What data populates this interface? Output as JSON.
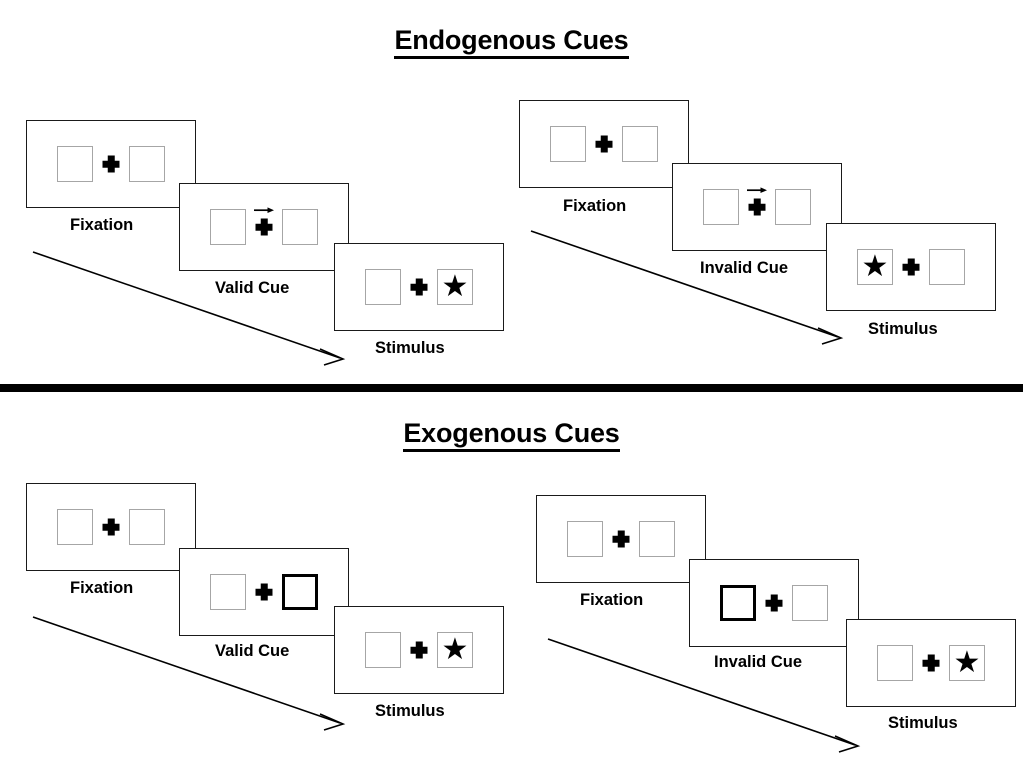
{
  "sections": [
    {
      "id": "endogenous",
      "title": "Endogenous Cues",
      "groups": [
        {
          "id": "endogenous-valid",
          "panels": [
            {
              "caption": "Fixation",
              "left_content": "empty",
              "right_content": "empty",
              "cue": "none",
              "cued_side": "none"
            },
            {
              "caption": "Valid Cue",
              "left_content": "empty",
              "right_content": "empty",
              "cue": "arrow-right",
              "cued_side": "none"
            },
            {
              "caption": "Stimulus",
              "left_content": "empty",
              "right_content": "star",
              "cue": "none",
              "cued_side": "none"
            }
          ]
        },
        {
          "id": "endogenous-invalid",
          "panels": [
            {
              "caption": "Fixation",
              "left_content": "empty",
              "right_content": "empty",
              "cue": "none",
              "cued_side": "none"
            },
            {
              "caption": "Invalid Cue",
              "left_content": "empty",
              "right_content": "empty",
              "cue": "arrow-right",
              "cued_side": "none"
            },
            {
              "caption": "Stimulus",
              "left_content": "star",
              "right_content": "empty",
              "cue": "none",
              "cued_side": "none"
            }
          ]
        }
      ]
    },
    {
      "id": "exogenous",
      "title": "Exogenous Cues",
      "groups": [
        {
          "id": "exogenous-valid",
          "panels": [
            {
              "caption": "Fixation",
              "left_content": "empty",
              "right_content": "empty",
              "cue": "none",
              "cued_side": "none"
            },
            {
              "caption": "Valid Cue",
              "left_content": "empty",
              "right_content": "empty",
              "cue": "box-highlight",
              "cued_side": "right"
            },
            {
              "caption": "Stimulus",
              "left_content": "empty",
              "right_content": "star",
              "cue": "none",
              "cued_side": "none"
            }
          ]
        },
        {
          "id": "exogenous-invalid",
          "panels": [
            {
              "caption": "Fixation",
              "left_content": "empty",
              "right_content": "empty",
              "cue": "none",
              "cued_side": "none"
            },
            {
              "caption": "Invalid Cue",
              "left_content": "empty",
              "right_content": "empty",
              "cue": "box-highlight",
              "cued_side": "left"
            },
            {
              "caption": "Stimulus",
              "left_content": "empty",
              "right_content": "star",
              "cue": "none",
              "cued_side": "none"
            }
          ]
        }
      ]
    }
  ],
  "glyphs": {
    "star": "★"
  },
  "colors": {
    "panel_border": "#1a1a1a",
    "box_border": "#a6a6a6",
    "cued_box_border": "#000000",
    "ink": "#000000",
    "background": "#ffffff"
  }
}
